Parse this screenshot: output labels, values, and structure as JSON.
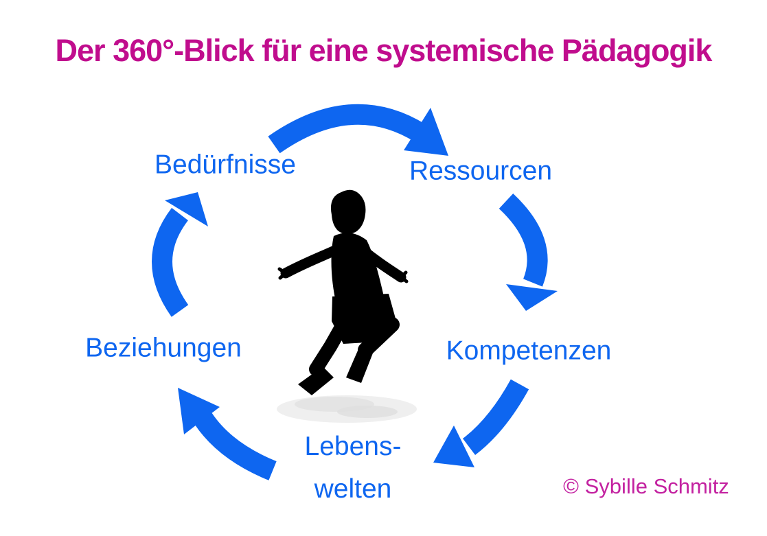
{
  "title": "Der 360°-Blick für eine systemische Pädagogik",
  "copyright": "© Sybille Schmitz",
  "cycle": {
    "beduerfnisse": "Bedürfnisse",
    "ressourcen": "Ressourcen",
    "kompetenzen": "Kompetenzen",
    "lebenswelten_line1": "Lebens-",
    "lebenswelten_line2": "welten",
    "beziehungen": "Beziehungen"
  },
  "center_icon": "running-child-silhouette",
  "colors": {
    "title": "#C00D8D",
    "labels": "#0E66F0",
    "arrows": "#0E66F0",
    "copyright": "#C321A0",
    "silhouette": "#000000",
    "shadow": "#ECECEC"
  }
}
